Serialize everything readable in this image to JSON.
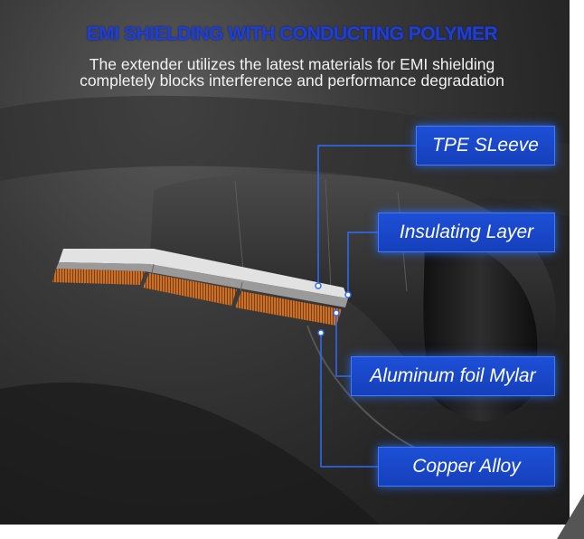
{
  "header": {
    "title": "EMI SHIELDING WITH CONDUCTING POLYMER",
    "subtitle_line1": "The extender utilizes the latest materials for EMI shielding",
    "subtitle_line2": "completely blocks interference and performance degradation"
  },
  "layers": [
    {
      "label": "TPE SLeeve"
    },
    {
      "label": "Insulating Layer"
    },
    {
      "label": "Aluminum foil Mylar"
    },
    {
      "label": "Copper Alloy"
    }
  ],
  "colors": {
    "title": "#1f3fd1",
    "label_fill": "#1d4fd6",
    "callout_line": "#2f6bff",
    "copper": "#c8702a",
    "foil": "#d8d8d8"
  }
}
